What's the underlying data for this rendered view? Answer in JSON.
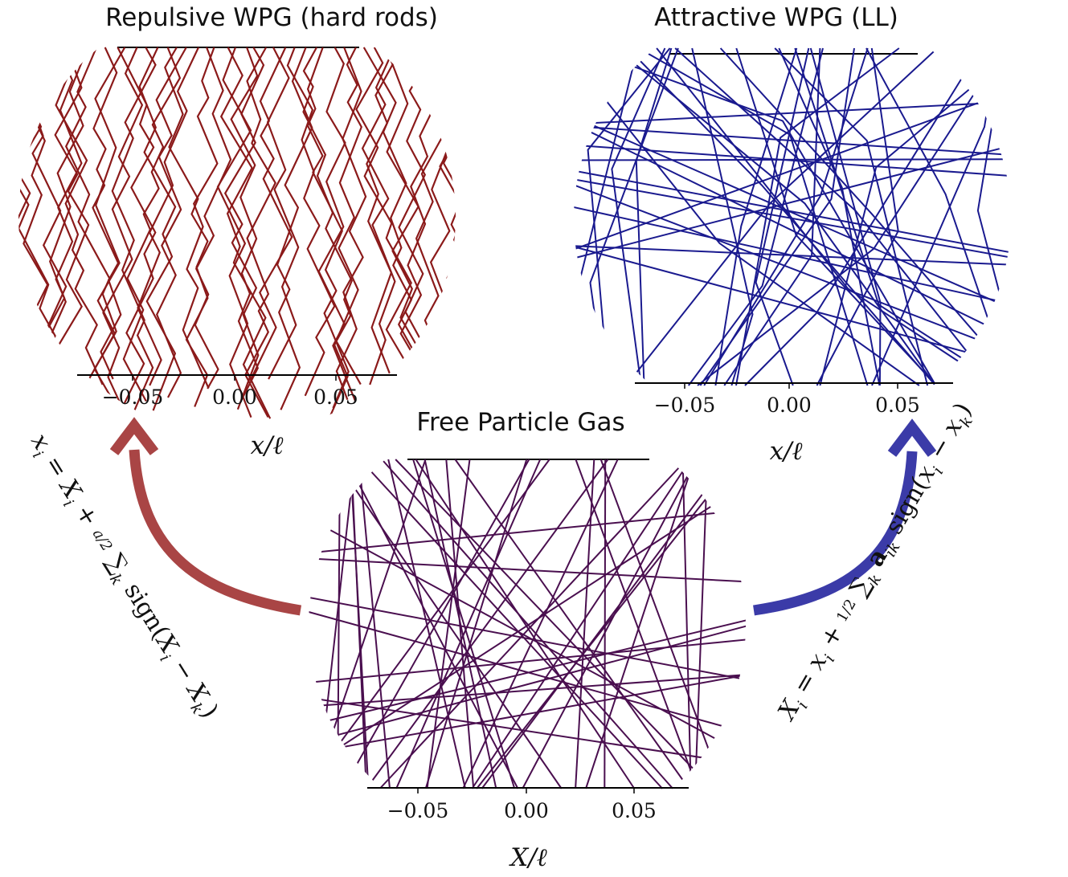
{
  "panels": {
    "repulsive": {
      "title": "Repulsive WPG (hard rods)",
      "x_label": "x/ℓ",
      "line_color": "#8b1a1a",
      "ticks": [
        "−0.05",
        "0.00",
        "0.05"
      ]
    },
    "attractive": {
      "title": "Attractive WPG (LL)",
      "x_label": "x/ℓ",
      "line_color": "#1a1a8f",
      "ticks": [
        "−0.05",
        "0.00",
        "0.05"
      ]
    },
    "free": {
      "title": "Free Particle Gas",
      "x_label": "X/ℓ",
      "line_color": "#4a0f4f",
      "ticks": [
        "−0.05",
        "0.00",
        "0.05"
      ]
    }
  },
  "arrows": {
    "left": {
      "color": "#a94545",
      "equation": [
        "x",
        "i",
        " = ",
        "X",
        "i",
        " + ",
        "a/2",
        " ∑",
        "k",
        "  sign(",
        "X",
        "i",
        " − ",
        "X",
        "k",
        ")"
      ]
    },
    "right": {
      "color": "#3b3ba8",
      "equation": [
        "X",
        "i",
        " = ",
        "x",
        "i",
        " + ",
        "1/2",
        " ∑",
        "k",
        " ",
        "a",
        "ik",
        " sign(",
        "x",
        "i",
        " − ",
        "x",
        "k",
        ")"
      ]
    }
  }
}
